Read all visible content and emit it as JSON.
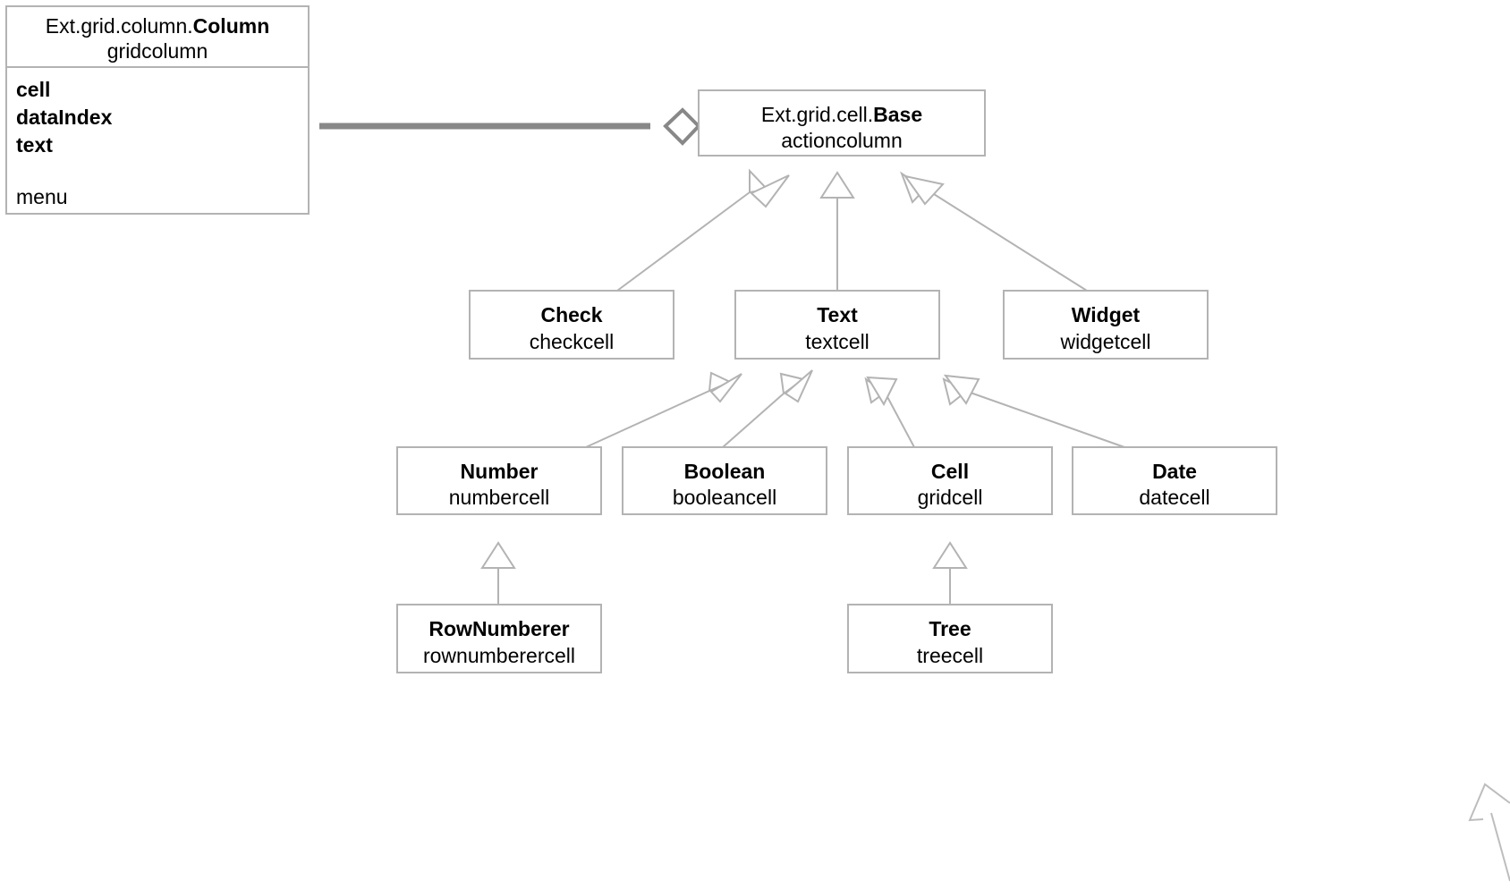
{
  "diagram": {
    "kind": "uml-class-diagram",
    "background": "#ffffff",
    "box_stroke": "#b3b3b3",
    "line_stroke": "#b3b3b3",
    "aggregation_stroke": "#888888",
    "classes": {
      "column": {
        "namespace": "Ext.grid.column.",
        "name": "Column",
        "alias": "gridcolumn",
        "members_bold": [
          "cell",
          "dataIndex",
          "text"
        ],
        "members_plain": [
          "menu"
        ]
      },
      "base": {
        "namespace": "Ext.grid.cell.",
        "name": "Base",
        "alias": "actioncolumn"
      },
      "check": {
        "name": "Check",
        "alias": "checkcell"
      },
      "text": {
        "name": "Text",
        "alias": "textcell"
      },
      "widget": {
        "name": "Widget",
        "alias": "widgetcell"
      },
      "number": {
        "name": "Number",
        "alias": "numbercell"
      },
      "boolean": {
        "name": "Boolean",
        "alias": "booleancell"
      },
      "cell": {
        "name": "Cell",
        "alias": "gridcell"
      },
      "date": {
        "name": "Date",
        "alias": "datecell"
      },
      "rownumberer": {
        "name": "RowNumberer",
        "alias": "rownumberercell"
      },
      "tree": {
        "name": "Tree",
        "alias": "treecell"
      }
    },
    "relations": [
      {
        "type": "aggregation",
        "from": "column",
        "to": "base"
      },
      {
        "type": "inheritance",
        "from": "check",
        "to": "base"
      },
      {
        "type": "inheritance",
        "from": "text",
        "to": "base"
      },
      {
        "type": "inheritance",
        "from": "widget",
        "to": "base"
      },
      {
        "type": "inheritance",
        "from": "number",
        "to": "text"
      },
      {
        "type": "inheritance",
        "from": "boolean",
        "to": "text"
      },
      {
        "type": "inheritance",
        "from": "cell",
        "to": "text"
      },
      {
        "type": "inheritance",
        "from": "date",
        "to": "text"
      },
      {
        "type": "inheritance",
        "from": "rownumberer",
        "to": "number"
      },
      {
        "type": "inheritance",
        "from": "tree",
        "to": "cell"
      }
    ]
  }
}
